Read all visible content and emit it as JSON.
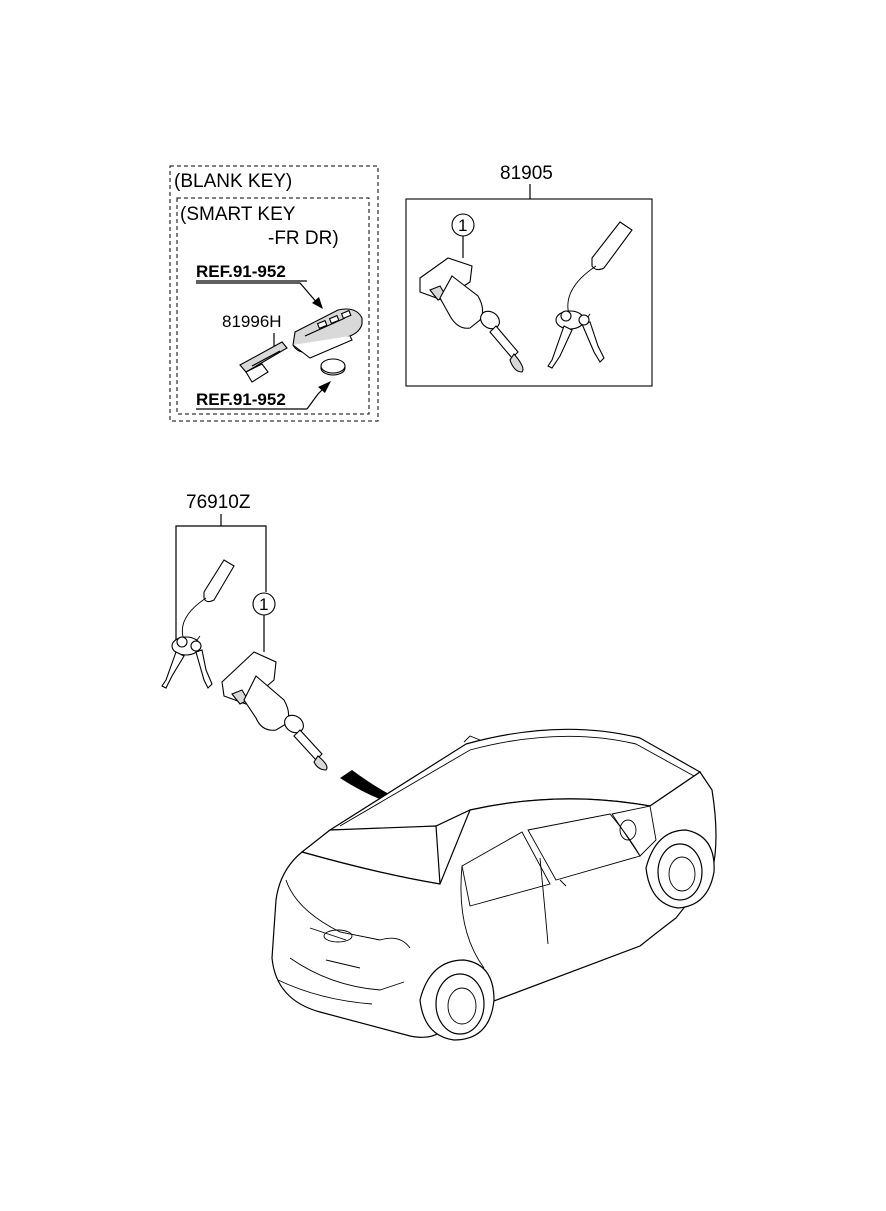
{
  "labels": {
    "blank_key": "(BLANK KEY)",
    "smart_key_line1": "(SMART KEY",
    "smart_key_line2": "-FR DR)",
    "ref_top": "REF.91-952",
    "ref_bottom": "REF.91-952",
    "part_81996h": "81996H",
    "part_81905": "81905",
    "part_76910z": "76910Z",
    "callout_81905": "1",
    "callout_76910z": "1"
  },
  "icons": [
    "smart-key-fob-icon",
    "emergency-key-blade-icon",
    "coin-battery-icon",
    "lock-cylinder-icon",
    "key-set-icon",
    "hatchback-car-icon"
  ]
}
